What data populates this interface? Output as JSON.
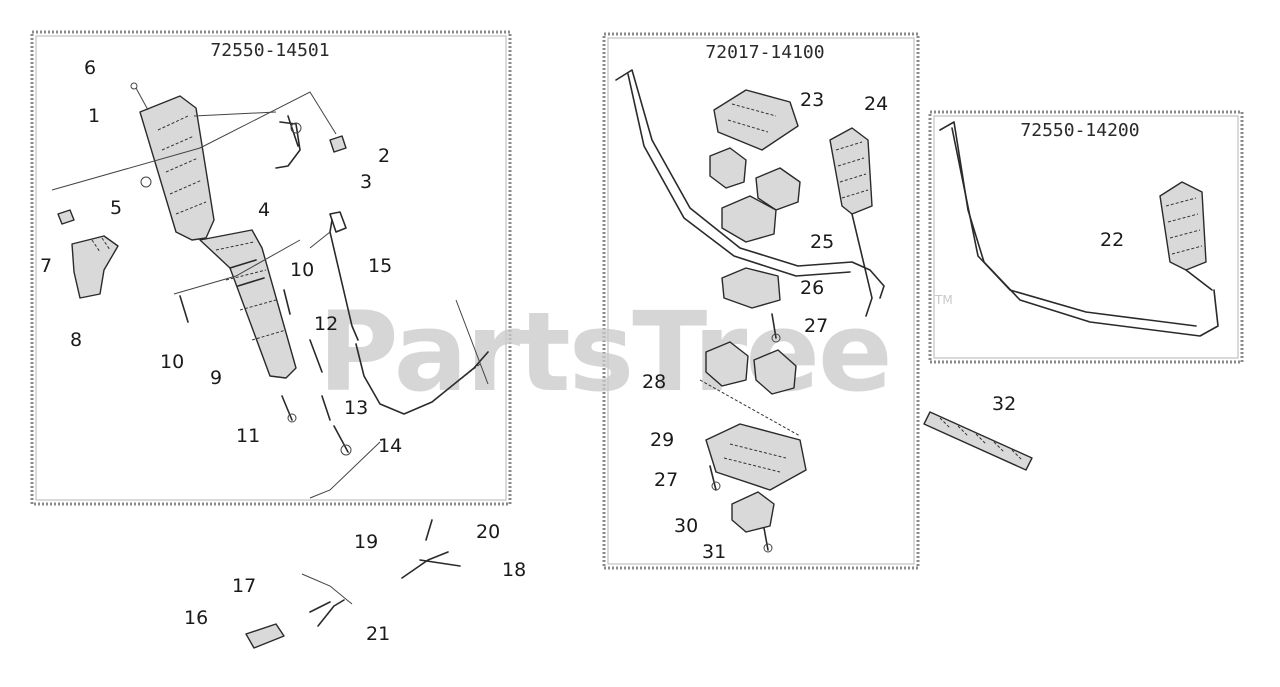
{
  "watermark": {
    "text": "PartsTree",
    "trademark": "TM"
  },
  "assemblies": [
    {
      "part_number": "72550-14501"
    },
    {
      "part_number": "72017-14100"
    },
    {
      "part_number": "72550-14200"
    }
  ],
  "callouts": [
    "1",
    "2",
    "3",
    "4",
    "5",
    "6",
    "7",
    "8",
    "9",
    "10",
    "10",
    "11",
    "12",
    "13",
    "14",
    "15",
    "16",
    "17",
    "18",
    "19",
    "20",
    "21",
    "22",
    "23",
    "24",
    "25",
    "26",
    "27",
    "27",
    "28",
    "29",
    "30",
    "31",
    "32"
  ],
  "colors": {
    "frame": "#8a8a8a",
    "line": "#2a2a2a",
    "watermark": "#c9c9c9"
  }
}
